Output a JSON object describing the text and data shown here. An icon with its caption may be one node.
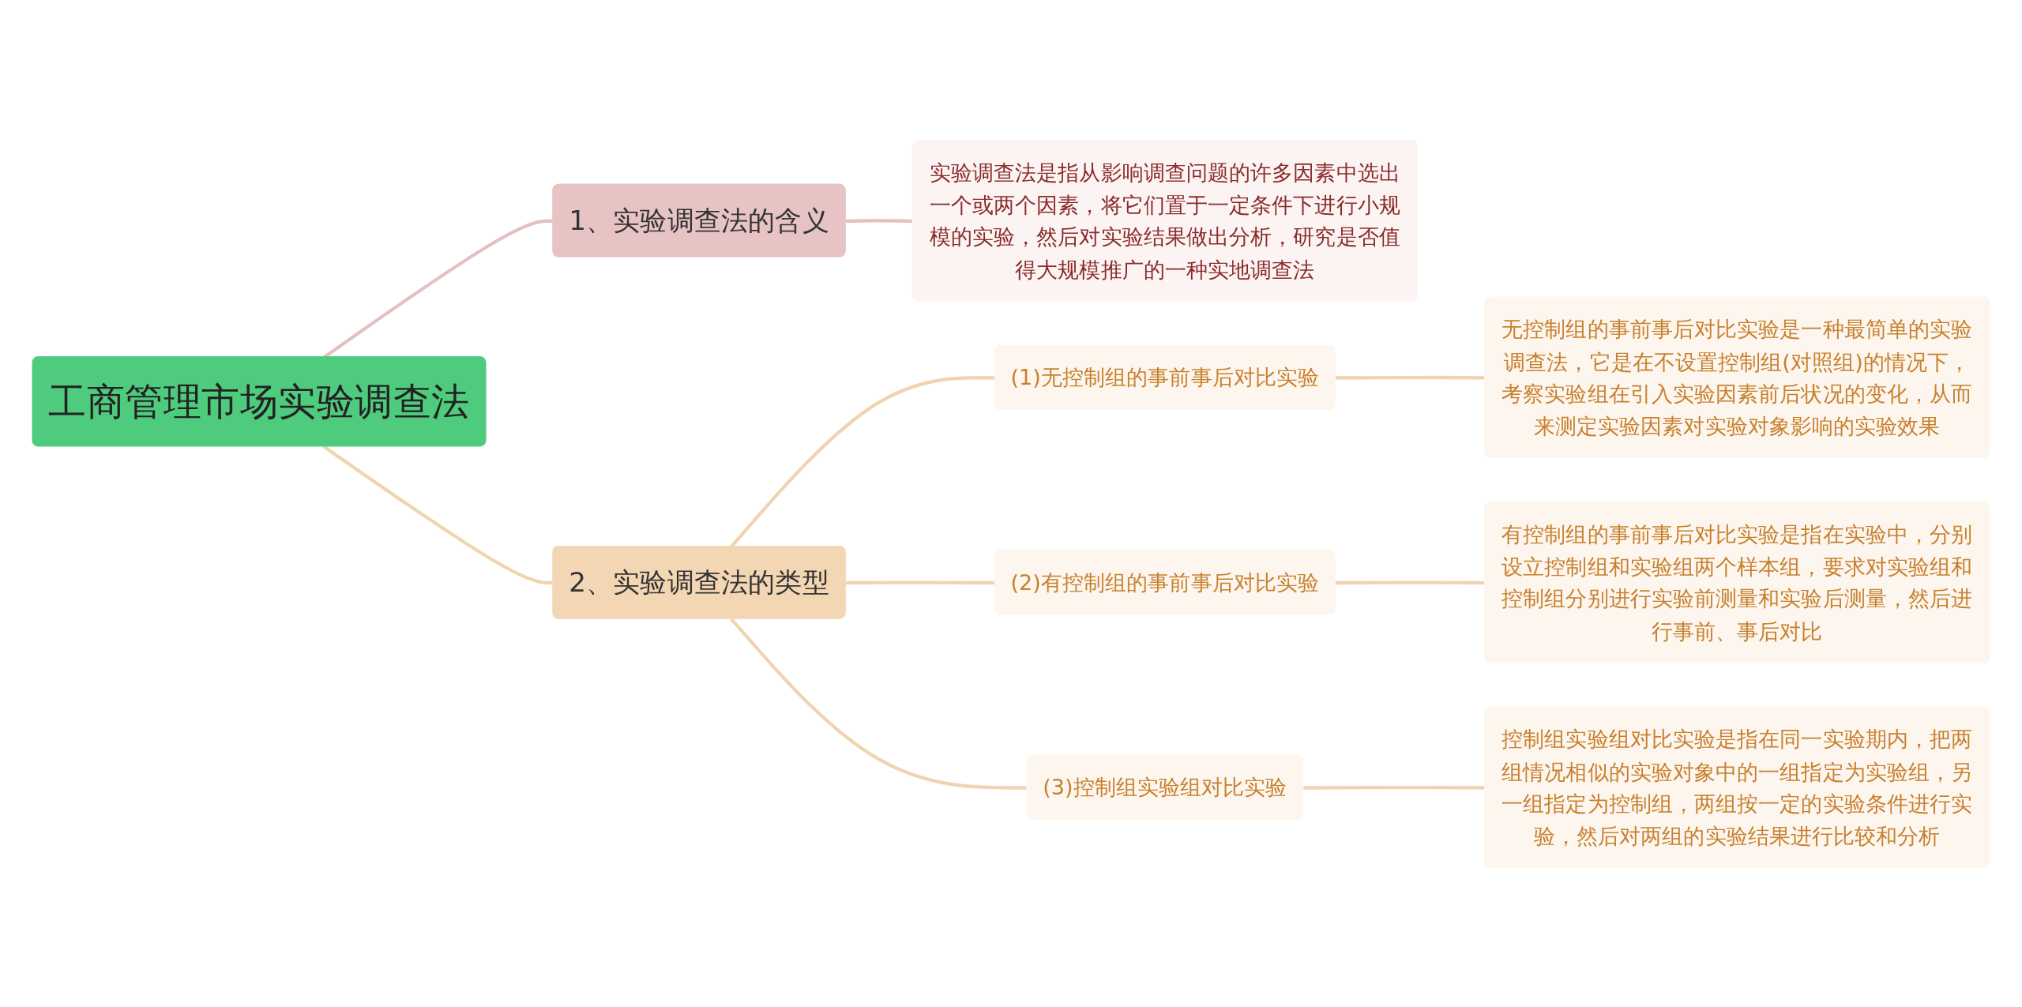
{
  "diagram": {
    "nodes": [
      {
        "text": [
          "工商管理市场实验调查法"
        ]
      },
      {
        "text": [
          "1、实验调查法的含义"
        ]
      },
      {
        "text": [
          "实验调查法是指从影响调查问题的许多因素中选出一个或两个因素，将它们置于一定条件下进行小规模的实验，然后对实验结果做出分析，研究是否值得大规模推广的一种实地调查法"
        ]
      },
      {
        "text": [
          "2、实验调查法的类型"
        ]
      },
      {
        "text": [
          "(1)无控制组的事前事后对比实验"
        ]
      },
      {
        "text": [
          "无控制组的事前事后对比实验是一种最简单的实验调查法，它是在不设置控制组(对照组)的情况下，考察实验组在引入实验因素前后状况的变化，从而来测定实验因素对实验对象影响的实验效果"
        ]
      },
      {
        "text": [
          "(2)有控制组的事前事后对比实验"
        ]
      },
      {
        "text": [
          "有控制组的事前事后对比实验是指在实验中，分别设立控制组和实验组两个样本组，要求对实验组和控制组分别进行实验前测量和实验后测量，然后进行事前、事后对比"
        ]
      },
      {
        "text": [
          "(3)控制组实验组对比实验"
        ]
      },
      {
        "text": [
          "控制组实验组对比实验是指在同一实验期内，把两组情况相似的实验对象中的一组指定为实验组，另一组指定为控制组，两组按一定的实验条件进行实验，然后对两组的实验结果进行比较和分析"
        ]
      }
    ],
    "edges": [
      {
        "from": 0,
        "to": 1,
        "arrow": "none",
        "color": "#e5bfc1"
      },
      {
        "from": 1,
        "to": 2,
        "arrow": "none",
        "color": "#e5bfc1"
      },
      {
        "from": 0,
        "to": 3,
        "arrow": "none"
      },
      {
        "from": 3,
        "to": 4,
        "arrow": "none"
      },
      {
        "from": 4,
        "to": 5,
        "arrow": "none"
      },
      {
        "from": 3,
        "to": 6,
        "arrow": "none"
      },
      {
        "from": 6,
        "to": 7,
        "arrow": "none"
      },
      {
        "from": 3,
        "to": 8,
        "arrow": "none"
      },
      {
        "from": 8,
        "to": 9,
        "arrow": "none"
      }
    ]
  }
}
